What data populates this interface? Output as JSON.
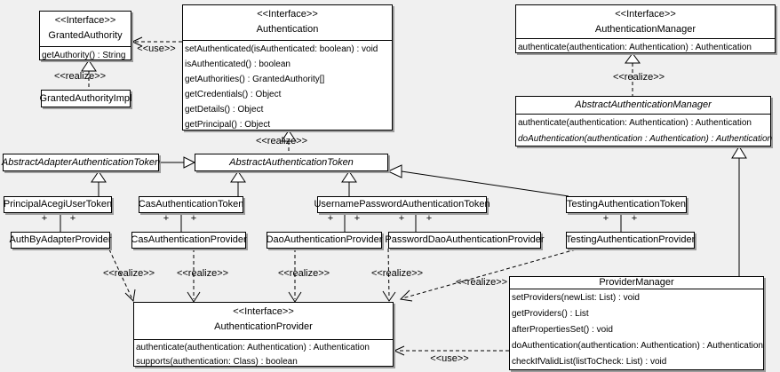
{
  "boxes": {
    "granted_authority": {
      "stereotype": "<<Interface>>",
      "name": "GrantedAuthority",
      "methods": [
        "getAuthority() : String"
      ]
    },
    "granted_authority_impl": {
      "name": "GrantedAuthorityImpl"
    },
    "authentication": {
      "stereotype": "<<Interface>>",
      "name": "Authentication",
      "methods": [
        "setAuthenticated(isAuthenticated: boolean) : void",
        "isAuthenticated() : boolean",
        "getAuthorities() : GrantedAuthority[]",
        "getCredentials() : Object",
        "getDetails() : Object",
        "getPrincipal() : Object"
      ]
    },
    "authentication_manager": {
      "stereotype": "<<Interface>>",
      "name": "AuthenticationManager",
      "methods": [
        "authenticate(authentication: Authentication) : Authentication"
      ]
    },
    "abstract_authentication_manager": {
      "name": "AbstractAuthenticationManager",
      "methods": [
        "authenticate(authentication: Authentication) : Authentication",
        "doAuthentication(authentication : Authentication) : Authentication"
      ]
    },
    "abstract_adapter_authentication_token": {
      "name": "AbstractAdapterAuthenticationToken"
    },
    "abstract_authentication_token": {
      "name": "AbstractAuthenticationToken"
    },
    "principal_acegi_user_token": {
      "name": "PrincipalAcegiUserToken"
    },
    "cas_authentication_token": {
      "name": "CasAuthenticationToken"
    },
    "username_password_authentication_token": {
      "name": "UsernamePasswordAuthenticationToken"
    },
    "testing_authentication_token": {
      "name": "TestingAuthenticationToken"
    },
    "auth_by_adapter_provider": {
      "name": "AuthByAdapterProvider"
    },
    "cas_authentication_provider": {
      "name": "CasAuthenticationProvider"
    },
    "dao_authentication_provider": {
      "name": "DaoAuthenticationProvider"
    },
    "password_dao_authentication_provider": {
      "name": "PasswordDaoAuthenticationProvider"
    },
    "testing_authentication_provider": {
      "name": "TestingAuthenticationProvider"
    },
    "authentication_provider": {
      "stereotype": "<<Interface>>",
      "name": "AuthenticationProvider",
      "methods": [
        "authenticate(authentication: Authentication) : Authentication",
        "supports(authentication: Class) : boolean"
      ]
    },
    "provider_manager": {
      "name": "ProviderManager",
      "methods": [
        "setProviders(newList: List) : void",
        "getProviders() : List",
        "afterPropertiesSet() : void",
        "doAuthentication(authentication: Authentication) : Authentication",
        "checkIfValidList(listToCheck: List) : void"
      ]
    }
  },
  "edge_labels": {
    "use_authentication_granted_authority": "<<use>>",
    "realize_granted_authority_impl": "<<realize>>",
    "realize_abstract_authentication_token": "<<realize>>",
    "realize_abstract_authentication_manager": "<<realize>>",
    "realize_auth_by_adapter_provider": "<<realize>>",
    "realize_cas_authentication_provider": "<<realize>>",
    "realize_dao_authentication_provider": "<<realize>>",
    "realize_password_dao_authentication_provider": "<<realize>>",
    "realize_testing_authentication_provider": "<<realize>>",
    "use_provider_manager": "<<use>>",
    "plus": "+"
  },
  "colors": {
    "background": "#f0f0f0",
    "box_fill": "#ffffff",
    "box_border": "#000000",
    "box_shadow": "#9c9c9c",
    "text": "#000000"
  }
}
